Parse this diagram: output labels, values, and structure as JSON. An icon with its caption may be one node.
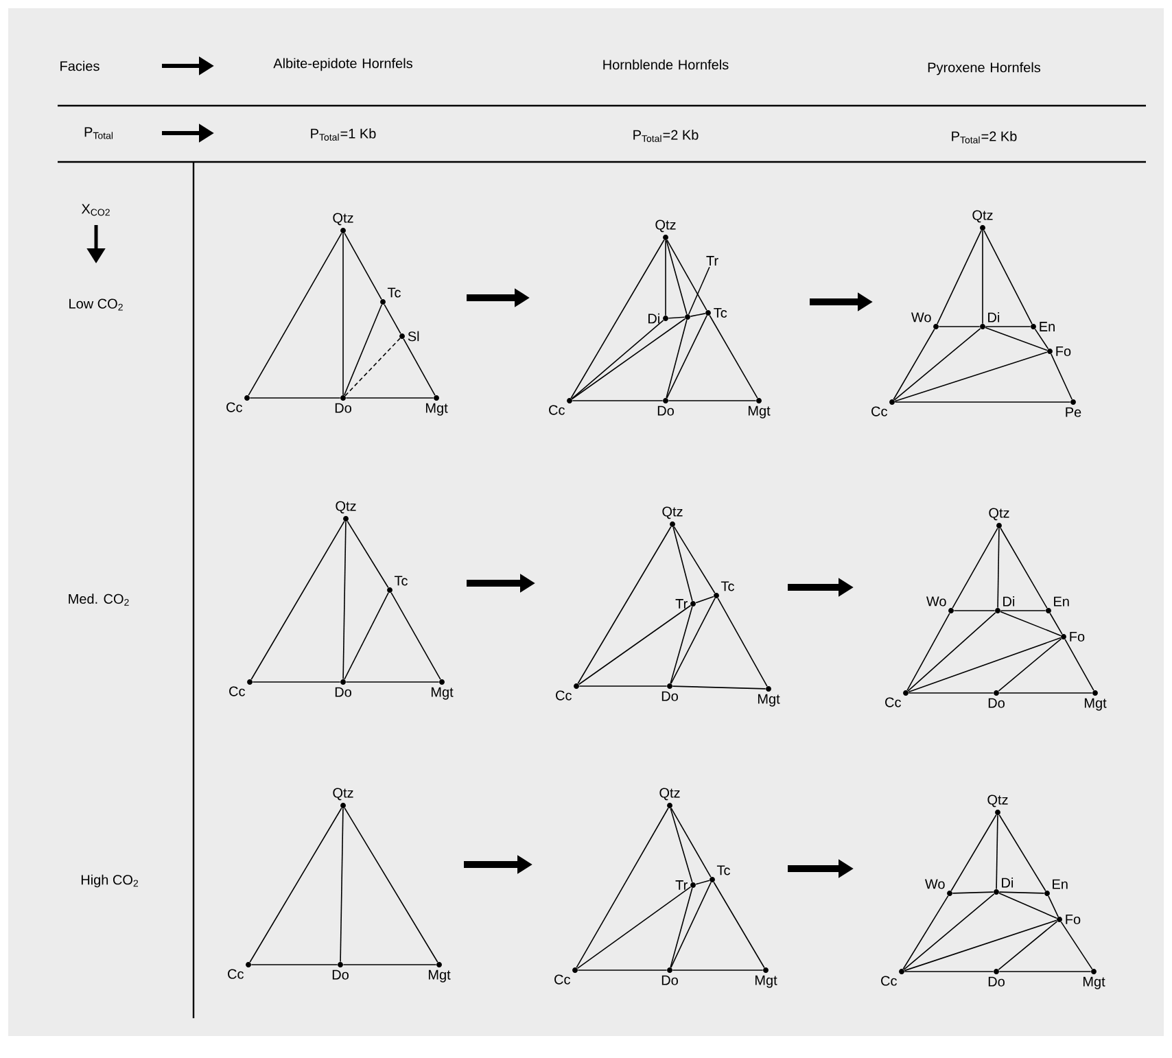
{
  "diagram": {
    "nodes": [
      {
        "text": [
          "Qtz"
        ]
      },
      {
        "text": [
          "Tc"
        ]
      },
      {
        "text": [
          "Sl"
        ]
      },
      {
        "text": [
          "Cc"
        ]
      },
      {
        "text": [
          "Do"
        ]
      },
      {
        "text": [
          "Mgt"
        ]
      },
      {
        "text": [
          "Qtz"
        ]
      },
      {
        "text": [
          "Tr"
        ]
      },
      {
        "text": [
          "Di"
        ]
      },
      {
        "text": [],
        "shape": "circle"
      },
      {
        "text": [
          "Tc"
        ]
      },
      {
        "text": [
          "Cc"
        ]
      },
      {
        "text": [
          "Do"
        ]
      },
      {
        "text": [
          "Mgt"
        ]
      },
      {
        "text": [
          "Qtz"
        ]
      },
      {
        "text": [
          "Wo"
        ]
      },
      {
        "text": [
          "Di"
        ]
      },
      {
        "text": [
          "En"
        ]
      },
      {
        "text": [
          "Fo"
        ]
      },
      {
        "text": [
          "Cc"
        ]
      },
      {
        "text": [
          "Pe"
        ]
      },
      {
        "text": [
          "Qtz"
        ]
      },
      {
        "text": [
          "Tc"
        ]
      },
      {
        "text": [
          "Cc"
        ]
      },
      {
        "text": [
          "Do"
        ]
      },
      {
        "text": [
          "Mgt"
        ]
      },
      {
        "text": [
          "Qtz"
        ]
      },
      {
        "text": [
          "Tr"
        ]
      },
      {
        "text": [
          "Tc"
        ]
      },
      {
        "text": [
          "Cc"
        ]
      },
      {
        "text": [
          "Do"
        ]
      },
      {
        "text": [
          "Mgt"
        ]
      },
      {
        "text": [
          "Qtz"
        ]
      },
      {
        "text": [
          "Wo"
        ]
      },
      {
        "text": [
          "Di"
        ]
      },
      {
        "text": [
          "En"
        ]
      },
      {
        "text": [
          "Fo"
        ]
      },
      {
        "text": [
          "Cc"
        ]
      },
      {
        "text": [
          "Do"
        ]
      },
      {
        "text": [
          "Mgt"
        ]
      },
      {
        "text": [
          "Qtz"
        ]
      },
      {
        "text": [
          "Cc"
        ]
      },
      {
        "text": [
          "Do"
        ]
      },
      {
        "text": [
          "Mgt"
        ]
      },
      {
        "text": [
          "Qtz"
        ]
      },
      {
        "text": [
          "Tr"
        ]
      },
      {
        "text": [
          "Tc"
        ]
      },
      {
        "text": [
          "Cc"
        ]
      },
      {
        "text": [
          "Do"
        ]
      },
      {
        "text": [
          "Mgt"
        ]
      },
      {
        "text": [
          "Qtz"
        ]
      },
      {
        "text": [
          "Wo"
        ]
      },
      {
        "text": [
          "Di"
        ]
      },
      {
        "text": [
          "En"
        ]
      },
      {
        "text": [
          "Fo"
        ]
      },
      {
        "text": [
          "Cc"
        ]
      },
      {
        "text": [
          "Do"
        ]
      },
      {
        "text": [
          "Mgt"
        ]
      }
    ],
    "edges": [
      {
        "from": 0,
        "to": 3,
        "arrow": "none"
      },
      {
        "from": 0,
        "to": 4,
        "arrow": "none"
      },
      {
        "from": 0,
        "to": 1,
        "arrow": "none"
      },
      {
        "from": 1,
        "to": 2,
        "arrow": "none"
      },
      {
        "from": 2,
        "to": 5,
        "arrow": "none"
      },
      {
        "from": 3,
        "to": 4,
        "arrow": "none"
      },
      {
        "from": 4,
        "to": 5,
        "arrow": "none"
      },
      {
        "from": 4,
        "to": 1,
        "arrow": "none"
      },
      {
        "from": 4,
        "to": 2,
        "arrow": "none",
        "style": "dashed"
      },
      {
        "from": 6,
        "to": 11,
        "arrow": "none"
      },
      {
        "from": 6,
        "to": 10,
        "arrow": "none"
      },
      {
        "from": 10,
        "to": 13,
        "arrow": "none"
      },
      {
        "from": 11,
        "to": 12,
        "arrow": "none"
      },
      {
        "from": 12,
        "to": 13,
        "arrow": "none"
      },
      {
        "from": 6,
        "to": 8,
        "arrow": "none"
      },
      {
        "from": 6,
        "to": 9,
        "arrow": "none"
      },
      {
        "from": 8,
        "to": 9,
        "arrow": "none"
      },
      {
        "from": 9,
        "to": 10,
        "arrow": "none"
      },
      {
        "from": 11,
        "to": 8,
        "arrow": "none"
      },
      {
        "from": 11,
        "to": 9,
        "arrow": "none"
      },
      {
        "from": 12,
        "to": 9,
        "arrow": "none"
      },
      {
        "from": 12,
        "to": 10,
        "arrow": "none"
      },
      {
        "from": 7,
        "to": 9,
        "arrow": "none"
      },
      {
        "from": 14,
        "to": 15,
        "arrow": "none"
      },
      {
        "from": 15,
        "to": 19,
        "arrow": "none"
      },
      {
        "from": 14,
        "to": 17,
        "arrow": "none"
      },
      {
        "from": 17,
        "to": 18,
        "arrow": "none"
      },
      {
        "from": 18,
        "to": 20,
        "arrow": "none"
      },
      {
        "from": 19,
        "to": 20,
        "arrow": "none"
      },
      {
        "from": 14,
        "to": 16,
        "arrow": "none"
      },
      {
        "from": 15,
        "to": 16,
        "arrow": "none"
      },
      {
        "from": 16,
        "to": 17,
        "arrow": "none"
      },
      {
        "from": 16,
        "to": 18,
        "arrow": "none"
      },
      {
        "from": 19,
        "to": 16,
        "arrow": "none"
      },
      {
        "from": 19,
        "to": 18,
        "arrow": "none"
      },
      {
        "from": 21,
        "to": 23,
        "arrow": "none"
      },
      {
        "from": 21,
        "to": 22,
        "arrow": "none"
      },
      {
        "from": 22,
        "to": 25,
        "arrow": "none"
      },
      {
        "from": 23,
        "to": 24,
        "arrow": "none"
      },
      {
        "from": 24,
        "to": 25,
        "arrow": "none"
      },
      {
        "from": 21,
        "to": 24,
        "arrow": "none"
      },
      {
        "from": 24,
        "to": 22,
        "arrow": "none"
      },
      {
        "from": 26,
        "to": 29,
        "arrow": "none"
      },
      {
        "from": 26,
        "to": 28,
        "arrow": "none"
      },
      {
        "from": 28,
        "to": 31,
        "arrow": "none"
      },
      {
        "from": 29,
        "to": 30,
        "arrow": "none"
      },
      {
        "from": 30,
        "to": 31,
        "arrow": "none"
      },
      {
        "from": 26,
        "to": 27,
        "arrow": "none"
      },
      {
        "from": 27,
        "to": 28,
        "arrow": "none"
      },
      {
        "from": 29,
        "to": 27,
        "arrow": "none"
      },
      {
        "from": 30,
        "to": 27,
        "arrow": "none"
      },
      {
        "from": 30,
        "to": 28,
        "arrow": "none"
      },
      {
        "from": 32,
        "to": 33,
        "arrow": "none"
      },
      {
        "from": 33,
        "to": 37,
        "arrow": "none"
      },
      {
        "from": 32,
        "to": 35,
        "arrow": "none"
      },
      {
        "from": 35,
        "to": 36,
        "arrow": "none"
      },
      {
        "from": 36,
        "to": 39,
        "arrow": "none"
      },
      {
        "from": 37,
        "to": 38,
        "arrow": "none"
      },
      {
        "from": 38,
        "to": 39,
        "arrow": "none"
      },
      {
        "from": 32,
        "to": 34,
        "arrow": "none"
      },
      {
        "from": 33,
        "to": 34,
        "arrow": "none"
      },
      {
        "from": 34,
        "to": 35,
        "arrow": "none"
      },
      {
        "from": 34,
        "to": 36,
        "arrow": "none"
      },
      {
        "from": 37,
        "to": 34,
        "arrow": "none"
      },
      {
        "from": 37,
        "to": 36,
        "arrow": "none"
      },
      {
        "from": 38,
        "to": 36,
        "arrow": "none"
      },
      {
        "from": 40,
        "to": 41,
        "arrow": "none"
      },
      {
        "from": 40,
        "to": 43,
        "arrow": "none"
      },
      {
        "from": 41,
        "to": 42,
        "arrow": "none"
      },
      {
        "from": 42,
        "to": 43,
        "arrow": "none"
      },
      {
        "from": 40,
        "to": 42,
        "arrow": "none"
      },
      {
        "from": 44,
        "to": 47,
        "arrow": "none"
      },
      {
        "from": 44,
        "to": 46,
        "arrow": "none"
      },
      {
        "from": 46,
        "to": 49,
        "arrow": "none"
      },
      {
        "from": 47,
        "to": 48,
        "arrow": "none"
      },
      {
        "from": 48,
        "to": 49,
        "arrow": "none"
      },
      {
        "from": 44,
        "to": 45,
        "arrow": "none"
      },
      {
        "from": 45,
        "to": 46,
        "arrow": "none"
      },
      {
        "from": 47,
        "to": 45,
        "arrow": "none"
      },
      {
        "from": 48,
        "to": 45,
        "arrow": "none"
      },
      {
        "from": 48,
        "to": 46,
        "arrow": "none"
      },
      {
        "from": 50,
        "to": 51,
        "arrow": "none"
      },
      {
        "from": 51,
        "to": 55,
        "arrow": "none"
      },
      {
        "from": 50,
        "to": 53,
        "arrow": "none"
      },
      {
        "from": 53,
        "to": 54,
        "arrow": "none"
      },
      {
        "from": 54,
        "to": 57,
        "arrow": "none"
      },
      {
        "from": 55,
        "to": 56,
        "arrow": "none"
      },
      {
        "from": 56,
        "to": 57,
        "arrow": "none"
      },
      {
        "from": 50,
        "to": 52,
        "arrow": "none"
      },
      {
        "from": 51,
        "to": 52,
        "arrow": "none"
      },
      {
        "from": 52,
        "to": 53,
        "arrow": "none"
      },
      {
        "from": 52,
        "to": 54,
        "arrow": "none"
      },
      {
        "from": 55,
        "to": 52,
        "arrow": "none"
      },
      {
        "from": 55,
        "to": 54,
        "arrow": "none"
      },
      {
        "from": 56,
        "to": 54,
        "arrow": "none"
      }
    ],
    "labels": [
      "Facies",
      "Albite-epidote Hornfels",
      "Hornblende Hornfels",
      "Pyroxene Hornfels",
      "P$_{Total}$",
      "P$_{Total}$=1 Kb",
      "P$_{Total}$=2 Kb",
      "P$_{Total}$=2 Kb",
      "X$_{CO2}$",
      "Low CO$_{2}$",
      "Med. CO$_{2}$",
      "High CO$_{2}$"
    ]
  }
}
